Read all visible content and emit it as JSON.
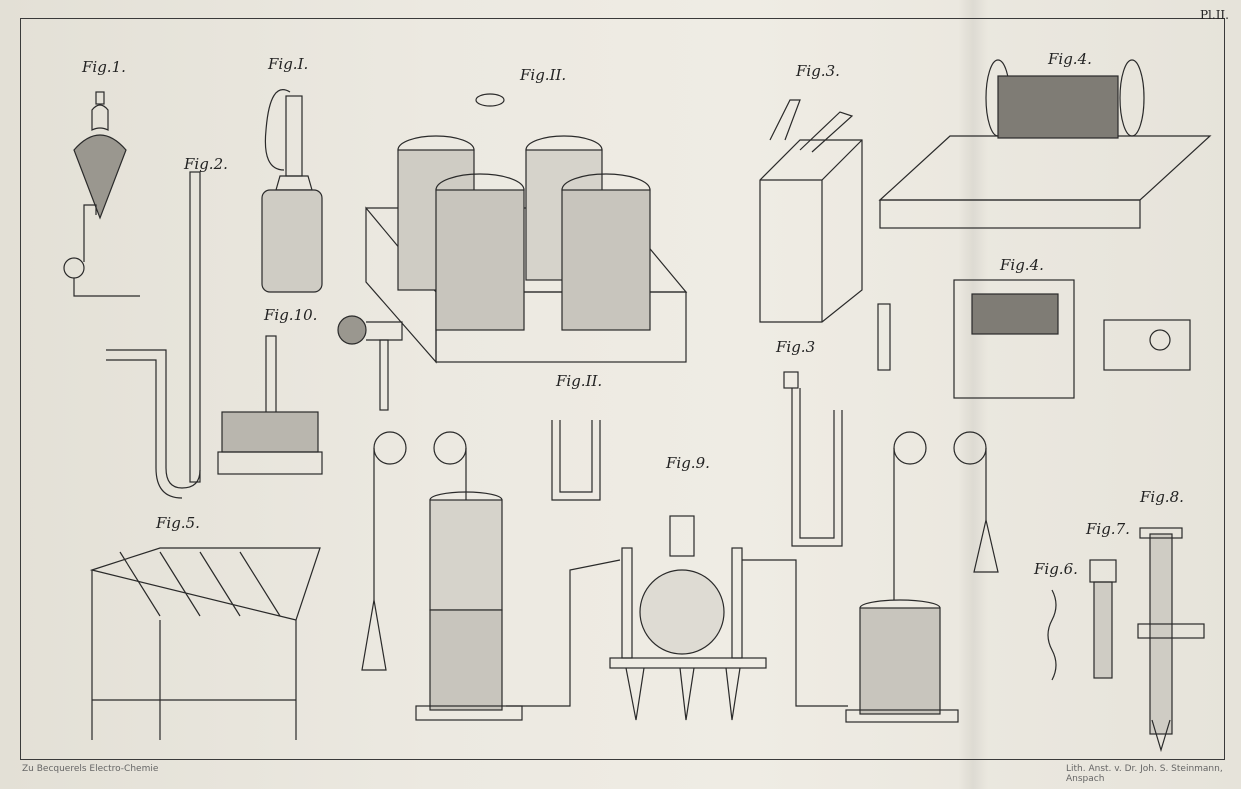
{
  "plate_number": "Pl.II.",
  "figures": {
    "fig1_left": "Fig.1.",
    "fig1_mid": "Fig.I.",
    "fig2": "Fig.2.",
    "figII_top": "Fig.II.",
    "fig3_top": "Fig.3.",
    "fig4_top": "Fig.4.",
    "fig4_bottom": "Fig.4.",
    "fig10": "Fig.10.",
    "figII_small": "Fig.II.",
    "fig3_small": "Fig.3",
    "fig9": "Fig.9.",
    "fig5": "Fig.5.",
    "fig6": "Fig.6.",
    "fig7": "Fig.7.",
    "fig8": "Fig.8."
  },
  "footer": {
    "left": "Zu Becquerels Electro-Chemie",
    "right": "Lith. Anst. v. Dr. Joh. S. Steinmann, Anspach"
  },
  "colors": {
    "paper": "#ece9e1",
    "ink": "#2a2a2a"
  }
}
